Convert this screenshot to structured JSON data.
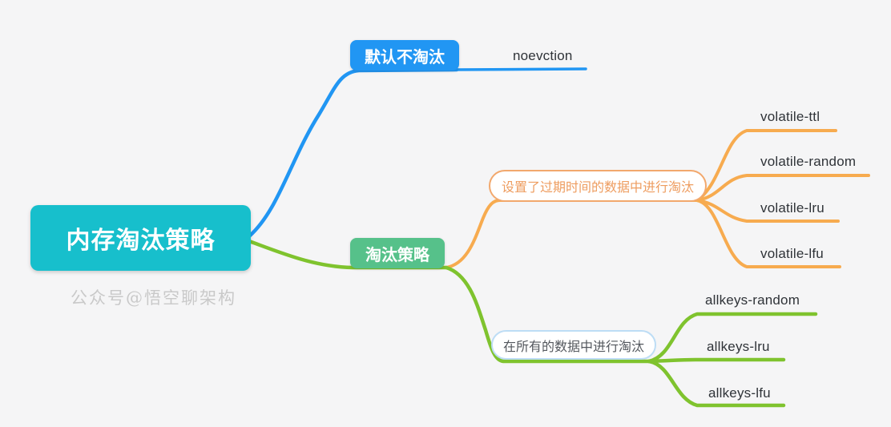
{
  "watermark": "公众号@悟空聊架构",
  "colors": {
    "canvas_bg": "#f5f5f6",
    "root_fill": "#17bfcc",
    "branch_blue": "#2196f3",
    "node_green_fill": "#56c18a",
    "branch_green": "#7fc32e",
    "branch_orange": "#f7ab4f",
    "pill_orange_border": "#f2a86d",
    "pill_orange_text": "#ee9d60",
    "pill_blue_border": "#bdddf5",
    "pill_blue_text": "#54585e",
    "leaf_text": "#2f3338",
    "watermark_text": "#c9c9c9"
  },
  "mindmap": {
    "root": {
      "label": "内存淘汰策略"
    },
    "children": [
      {
        "label": "默认不淘汰",
        "children": [
          {
            "label": "noevction"
          }
        ]
      },
      {
        "label": "淘汰策略",
        "children": [
          {
            "label": "设置了过期时间的数据中进行淘汰",
            "children": [
              {
                "label": "volatile-ttl"
              },
              {
                "label": "volatile-random"
              },
              {
                "label": "volatile-lru"
              },
              {
                "label": "volatile-lfu"
              }
            ]
          },
          {
            "label": "在所有的数据中进行淘汰",
            "children": [
              {
                "label": "allkeys-random"
              },
              {
                "label": "allkeys-lru"
              },
              {
                "label": "allkeys-lfu"
              }
            ]
          }
        ]
      }
    ]
  }
}
